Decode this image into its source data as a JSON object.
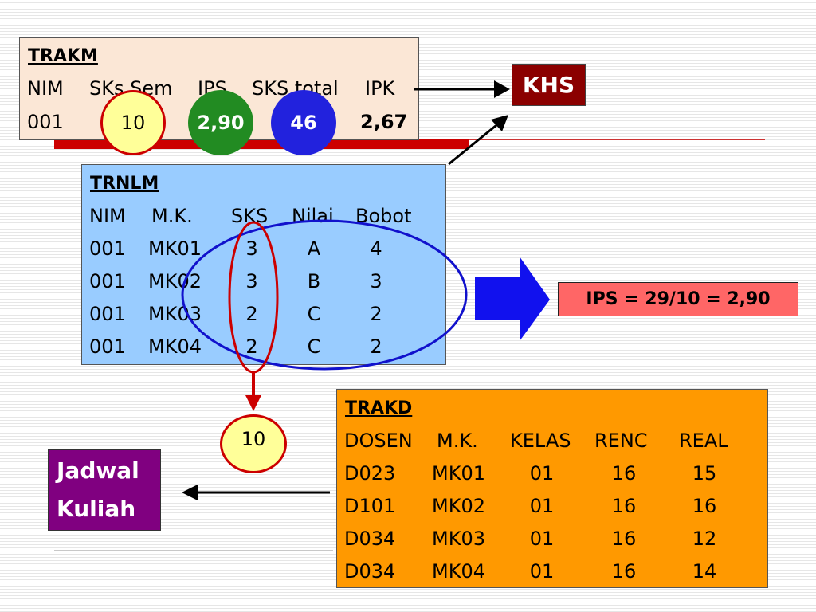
{
  "trakm": {
    "title": "TRAKM",
    "headers": [
      "NIM",
      "SKs Sem",
      "IPS",
      "SKS total",
      "IPK"
    ],
    "row": {
      "nim": "001",
      "sks_sem": "10",
      "ips": "2,90",
      "sks_total": "46",
      "ipk": "2,67"
    }
  },
  "khs": {
    "label": "KHS"
  },
  "trnlm": {
    "title": "TRNLM",
    "headers": [
      "NIM",
      "M.K.",
      "SKS",
      "Nilai",
      "Bobot"
    ],
    "rows": [
      [
        "001",
        "MK01",
        "3",
        "A",
        "4"
      ],
      [
        "001",
        "MK02",
        "3",
        "B",
        "3"
      ],
      [
        "001",
        "MK03",
        "2",
        "C",
        "2"
      ],
      [
        "001",
        "MK04",
        "2",
        "C",
        "2"
      ]
    ]
  },
  "ips_result": {
    "text": "IPS = 29/10 = 2,90"
  },
  "sks_sum": {
    "value": "10"
  },
  "jadwal": {
    "line1": "Jadwal",
    "line2": "Kuliah"
  },
  "trakd": {
    "title": "TRAKD",
    "headers": [
      "DOSEN",
      "M.K.",
      "KELAS",
      "RENC",
      "REAL"
    ],
    "rows": [
      [
        "D023",
        "MK01",
        "01",
        "16",
        "15"
      ],
      [
        "D101",
        "MK02",
        "01",
        "16",
        "16"
      ],
      [
        "D034",
        "MK03",
        "01",
        "16",
        "12"
      ],
      [
        "D034",
        "MK04",
        "01",
        "16",
        "14"
      ]
    ]
  },
  "colors": {
    "trakm_bg": "#fbe7d6",
    "trnlm_bg": "#99ccff",
    "trakd_bg": "#ff9900",
    "khs_bg": "#8b0000",
    "jadwal_bg": "#800080",
    "ips_bg": "#ff6666",
    "accent_red": "#cc0000",
    "accent_blue": "#1111cc",
    "green": "#228b22",
    "yellow": "#ffff99"
  }
}
